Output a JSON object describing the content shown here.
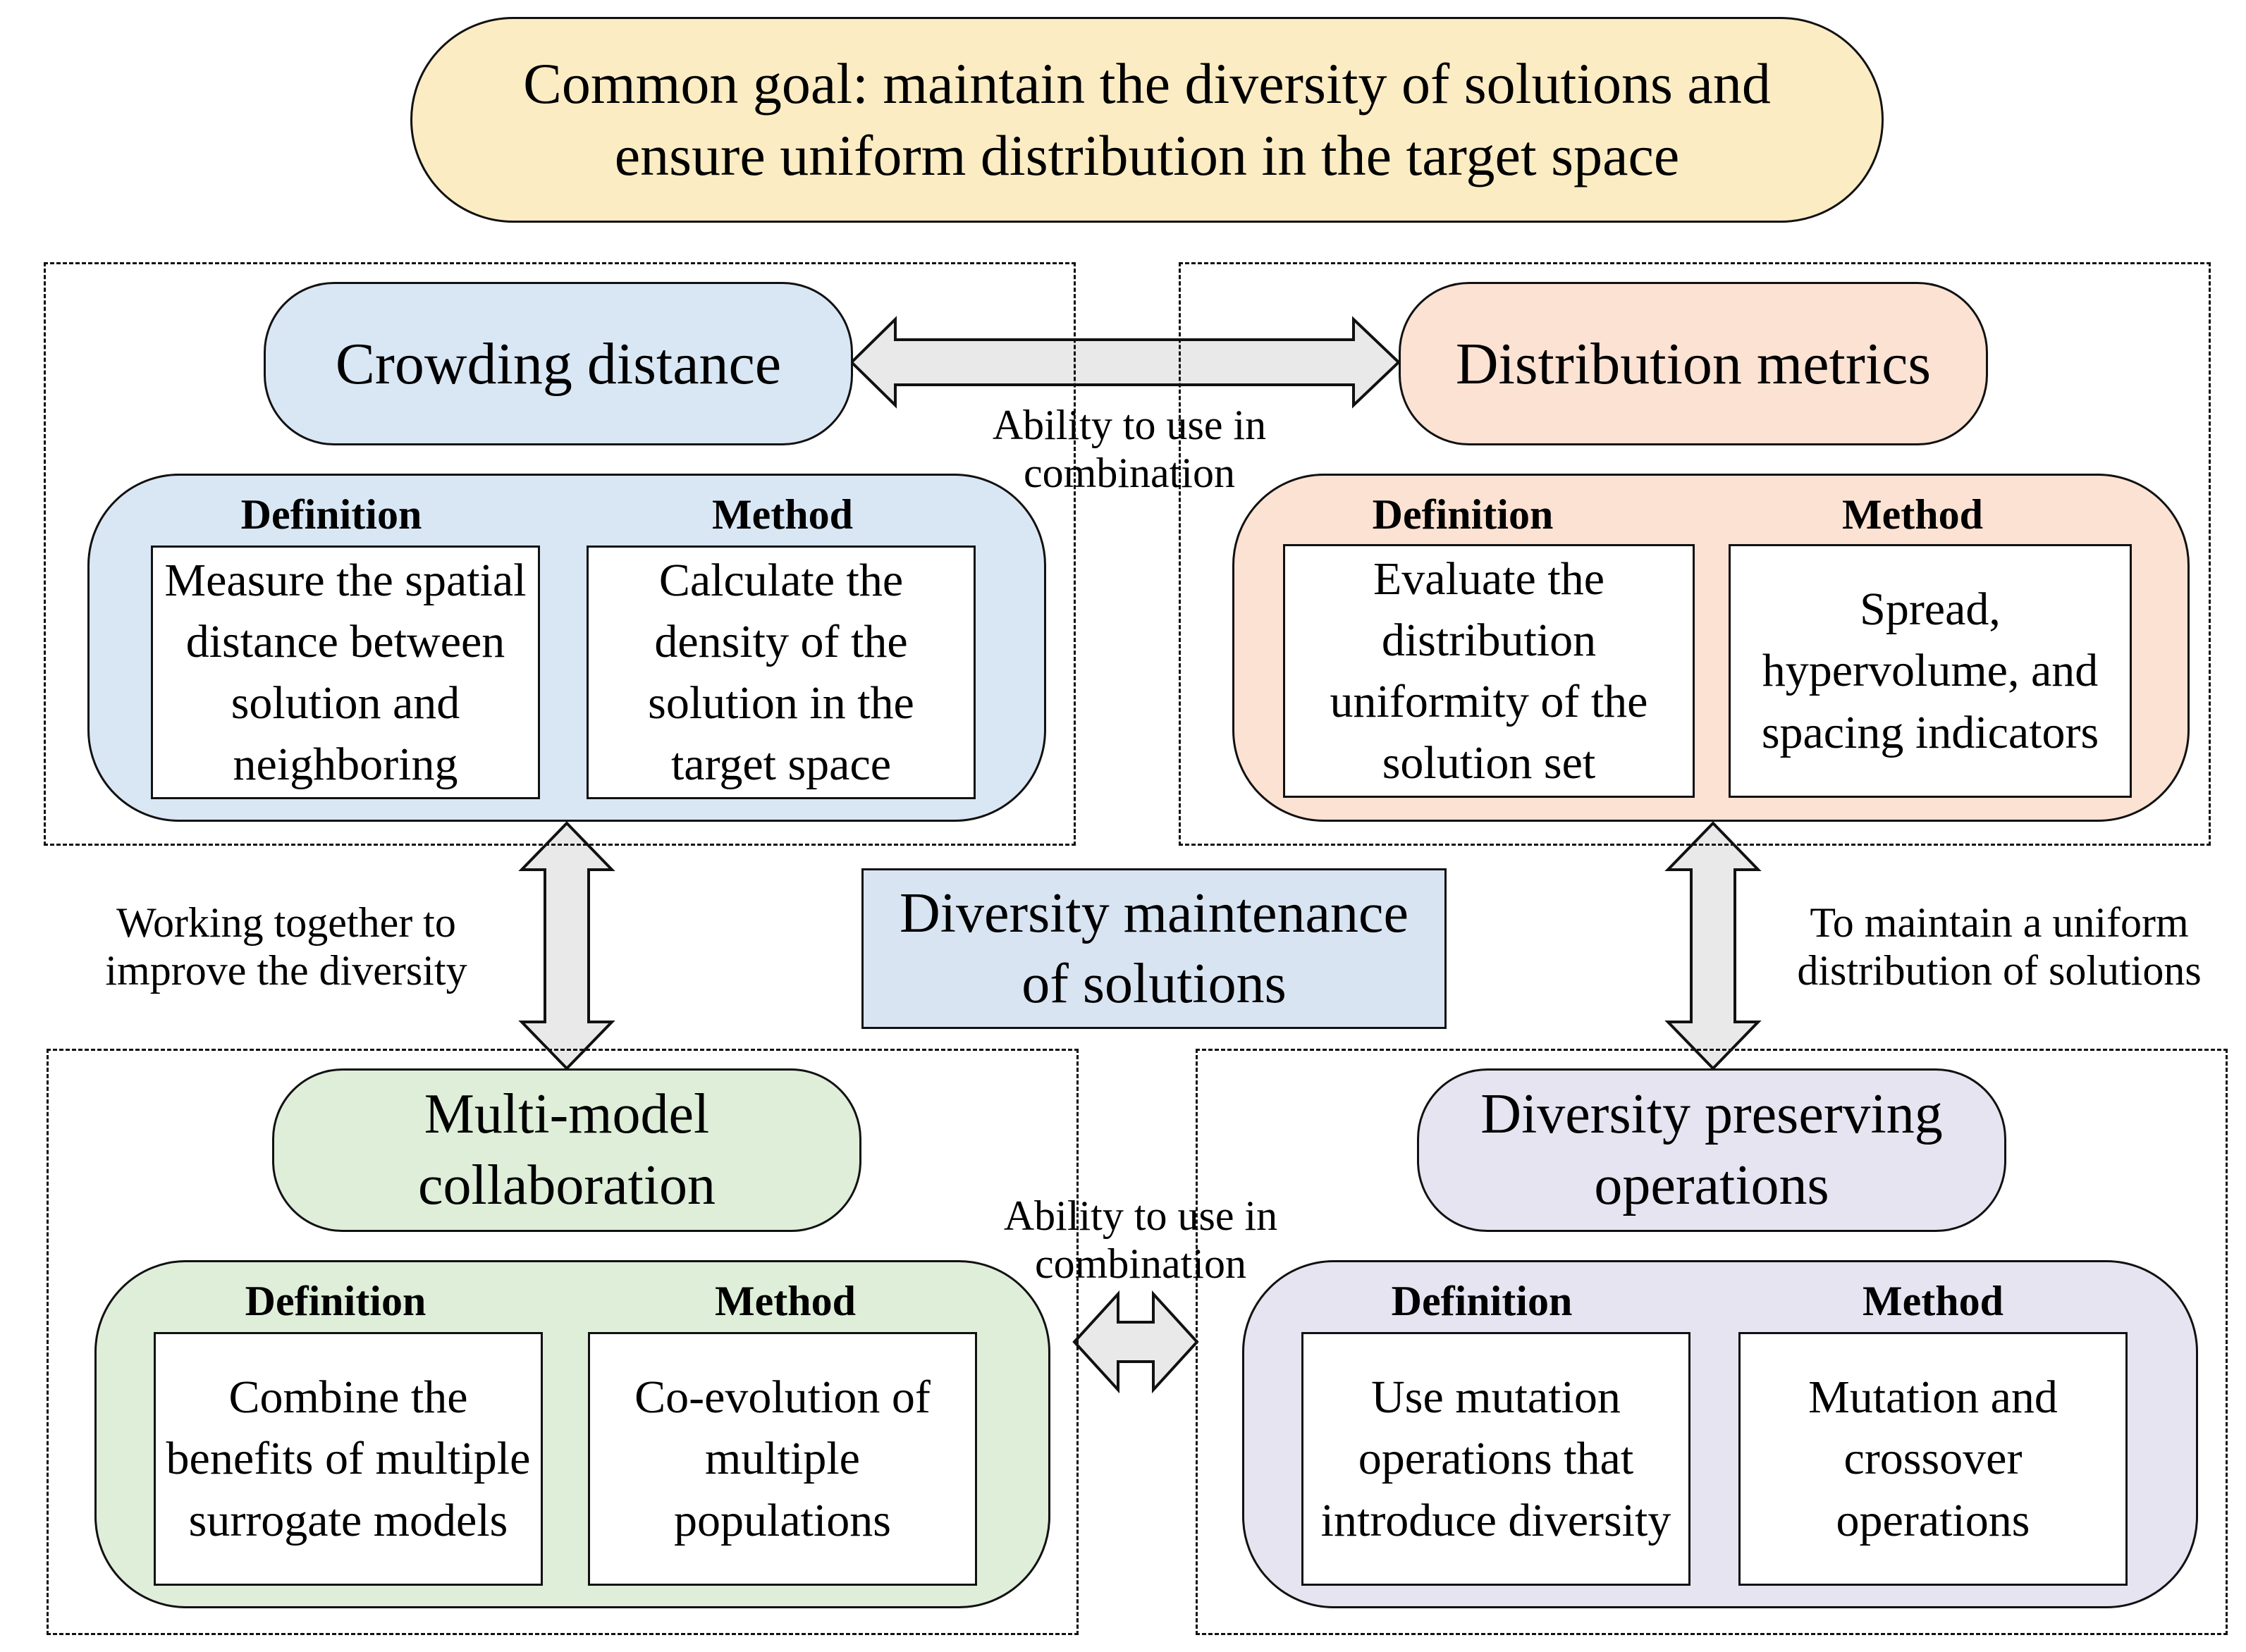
{
  "goal": {
    "line1": "Common goal: maintain the diversity of solutions and",
    "line2": "ensure uniform distribution in the target space"
  },
  "center": {
    "line1": "Diversity maintenance",
    "line2": "of solutions"
  },
  "labels": {
    "top_combo_1": "Ability to use in",
    "top_combo_2": "combination",
    "bottom_combo_1": "Ability to use in",
    "bottom_combo_2": "combination",
    "left_1": "Working together to",
    "left_2": "improve the diversity",
    "right_1": "To maintain a uniform",
    "right_2": "distribution of solutions"
  },
  "modules": {
    "crowding": {
      "title": "Crowding distance",
      "definition_head": "Definition",
      "method_head": "Method",
      "definition": "Measure the spatial distance between solution and neighboring",
      "method": "Calculate the density of the solution in the target space"
    },
    "distribution": {
      "title": "Distribution metrics",
      "definition_head": "Definition",
      "method_head": "Method",
      "definition": "Evaluate the distribution uniformity of the solution set",
      "method": "Spread, hypervolume, and spacing indicators"
    },
    "multimodel": {
      "title_line1": "Multi-model",
      "title_line2": "collaboration",
      "definition_head": "Definition",
      "method_head": "Method",
      "definition": "Combine the benefits of multiple surrogate models",
      "method": "Co-evolution of multiple populations"
    },
    "preserving": {
      "title_line1": "Diversity preserving",
      "title_line2": "operations",
      "definition_head": "Definition",
      "method_head": "Method",
      "definition": "Use mutation operations that introduce diversity",
      "method": "Mutation and crossover operations"
    }
  },
  "colors": {
    "goal": "#fcecc3",
    "center": "#d9e4f2",
    "crowding": "#d9e7f4",
    "distribution": "#fbe2d3",
    "multimodel": "#deeed9",
    "preserving": "#e6e4f0",
    "arrow_fill": "#e9e9e9"
  }
}
